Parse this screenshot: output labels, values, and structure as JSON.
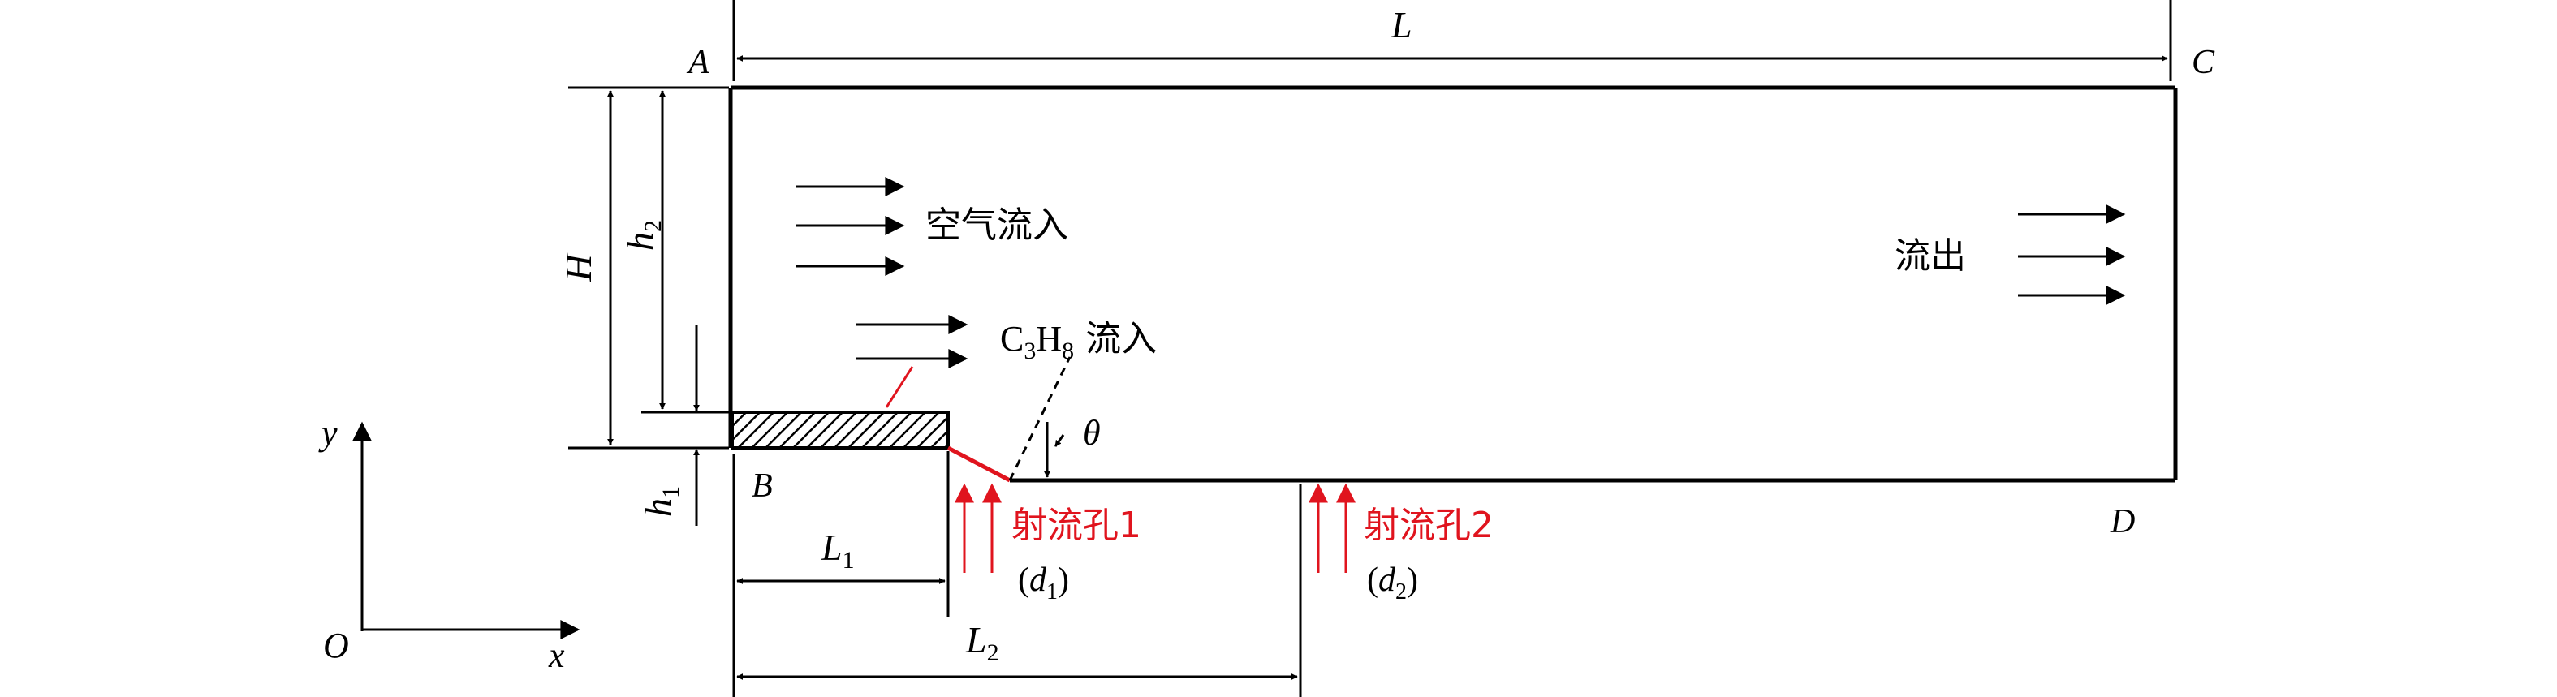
{
  "labels": {
    "corner_a": "A",
    "corner_b": "B",
    "corner_c": "C",
    "corner_d": "D",
    "dim_length": "L",
    "dim_height": "H",
    "dim_h2": "h",
    "dim_h2_sub": "2",
    "dim_h1": "h",
    "dim_h1_sub": "1",
    "dim_l1": "L",
    "dim_l1_sub": "1",
    "dim_l2": "L",
    "dim_l2_sub": "2",
    "angle": "θ",
    "axis_x": "x",
    "axis_y": "y",
    "origin": "O"
  },
  "annotations": {
    "air_inflow": "空气流入",
    "outflow": "流出",
    "fuel_c": "C",
    "fuel_c_sub": "3",
    "fuel_h": "H",
    "fuel_h_sub": "8",
    "fuel_inflow": "流入",
    "jet1": "射流孔1",
    "jet1_open": "(",
    "jet1_d": "d",
    "jet1_sub": "1",
    "jet1_close": ")",
    "jet2": "射流孔2",
    "jet2_open": "(",
    "jet2_d": "d",
    "jet2_sub": "2",
    "jet2_close": ")"
  },
  "colors": {
    "line": "#000000",
    "jet": "#e0141e"
  }
}
